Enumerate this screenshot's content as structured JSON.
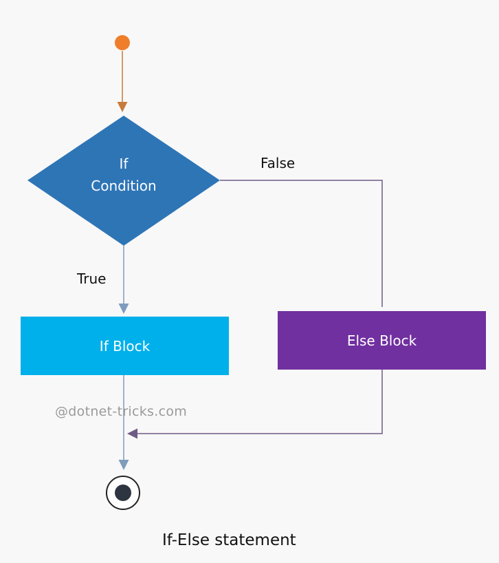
{
  "diagram": {
    "condition": {
      "line1": "If",
      "line2": "Condition"
    },
    "false_label": "False",
    "true_label": "True",
    "if_block": "If Block",
    "else_block": "Else Block",
    "watermark": "@dotnet-tricks.com",
    "caption": "If-Else statement"
  },
  "colors": {
    "start": "#f07d2a",
    "start_arrow": "#c77b3a",
    "condition": "#2e75b6",
    "if_block": "#00b0ea",
    "else_block": "#7030a0",
    "true_line": "#7f9cbd",
    "false_line": "#6d5a86",
    "end": "#2d3540"
  }
}
